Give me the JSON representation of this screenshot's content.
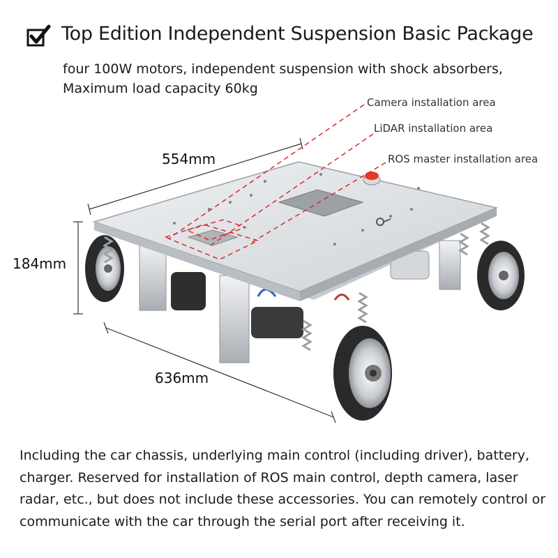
{
  "title": "Top Edition Independent Suspension Basic Package",
  "subtitle_lines": [
    "four 100W motors, independent suspension with shock absorbers,",
    "Maximum load capacity 60kg"
  ],
  "callouts": {
    "camera": "Camera installation area",
    "lidar": "LiDAR installation area",
    "ros_master": "ROS master installation area"
  },
  "dimensions": {
    "width": "554mm",
    "height": "184mm",
    "length": "636mm"
  },
  "description": "Including the car chassis, underlying main control (including driver), battery, charger. Reserved for installation of ROS main control, depth camera, laser radar, etc., but does not include these accessories. You can remotely control or communicate with the car through the serial port after receiving it.",
  "colors": {
    "callout_line": "#d62b2b",
    "aluminum": "#d9dcdf",
    "wheel_dark": "#2a2a2a",
    "dimension_line": "#333333"
  },
  "icons": [
    "checkmark-icon"
  ]
}
